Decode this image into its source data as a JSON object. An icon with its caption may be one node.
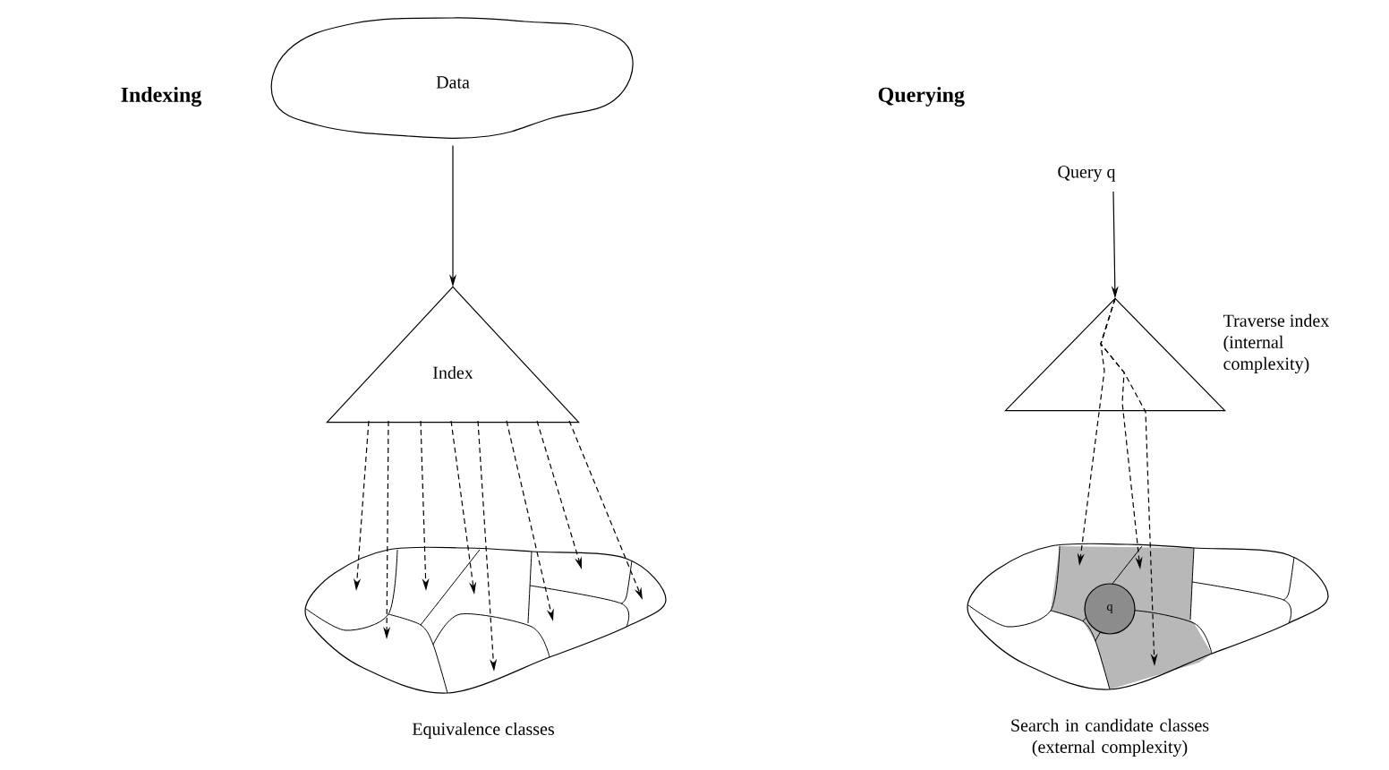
{
  "diagram": {
    "nodes": [
      {
        "text": [
          "Data"
        ]
      },
      {
        "text": [
          "Index"
        ]
      },
      {
        "text": [],
        "shape": "cloud",
        "beside": [
          "Equivalence classes"
        ]
      },
      {
        "text": [
          "Query q"
        ]
      },
      {
        "text": [],
        "shape": "triangle",
        "beside": [
          "Traverse index (internal complexity)"
        ]
      },
      {
        "text": [],
        "shape": "cloud",
        "beside": [
          "Search in candidate classes (external complexity)"
        ]
      },
      {
        "text": [
          "q"
        ],
        "in": 5
      }
    ],
    "edges": [
      {
        "from": 0,
        "to": 1,
        "arrow": "to"
      },
      {
        "from": 1,
        "to": 2,
        "arrow": "to",
        "style": "dashed"
      },
      {
        "from": 1,
        "to": 2,
        "arrow": "to",
        "style": "dashed"
      },
      {
        "from": 1,
        "to": 2,
        "arrow": "to",
        "style": "dashed"
      },
      {
        "from": 1,
        "to": 2,
        "arrow": "to",
        "style": "dashed"
      },
      {
        "from": 1,
        "to": 2,
        "arrow": "to",
        "style": "dashed"
      },
      {
        "from": 1,
        "to": 2,
        "arrow": "to",
        "style": "dashed"
      },
      {
        "from": 1,
        "to": 2,
        "arrow": "to",
        "style": "dashed"
      },
      {
        "from": 1,
        "to": 2,
        "arrow": "to",
        "style": "dashed"
      },
      {
        "from": 3,
        "to": 4,
        "arrow": "to"
      },
      {
        "from": 4,
        "to": 5,
        "arrow": "to",
        "style": "dashed"
      },
      {
        "from": 4,
        "to": 5,
        "arrow": "to",
        "style": "dashed"
      },
      {
        "from": 4,
        "to": 5,
        "arrow": "to",
        "style": "dashed"
      }
    ],
    "labels": [
      "Indexing",
      "Querying"
    ]
  }
}
